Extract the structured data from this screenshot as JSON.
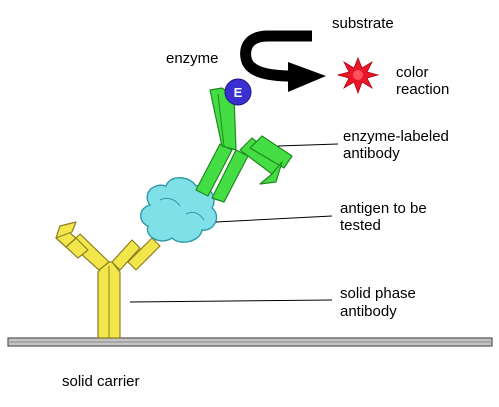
{
  "labels": {
    "substrate": "substrate",
    "enzyme": "enzyme",
    "enzyme_letter": "E",
    "color_reaction": [
      "color",
      "reaction"
    ],
    "enzyme_labeled_antibody": [
      "enzyme-labeled",
      "antibody"
    ],
    "antigen": [
      "antigen to be",
      "tested"
    ],
    "solid_phase_antibody": [
      "solid phase",
      "antibody"
    ],
    "solid_carrier": "solid carrier"
  },
  "colors": {
    "capture_antibody": "#f2e64a",
    "detection_antibody": "#44dd44",
    "antigen": "#7fe0e8",
    "enzyme": "#3a2fd0",
    "reaction_star": "#e8182a",
    "carrier": "#b8b8b8",
    "arrow": "#000000"
  },
  "icons": {
    "reaction": "starburst-icon",
    "flow_arrow": "curved-arrow-icon"
  }
}
